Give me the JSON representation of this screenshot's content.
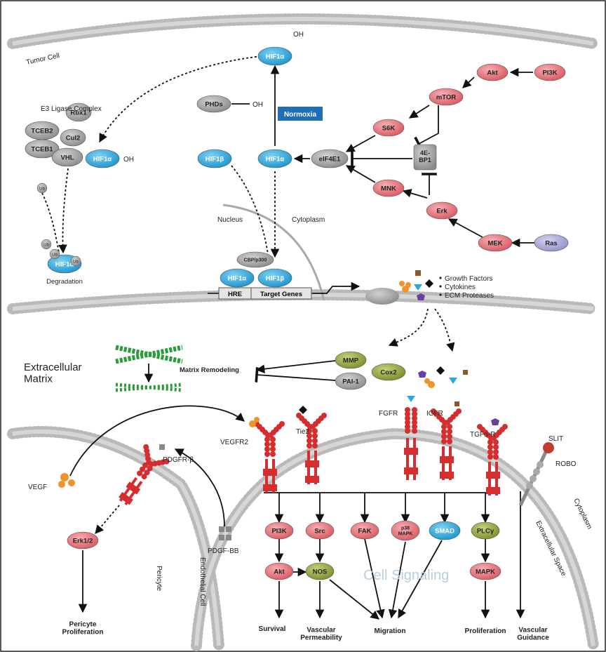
{
  "colors": {
    "blue": "#29a8df",
    "red": "#e8727a",
    "gray": "#9c9c9c",
    "olive": "#8a9a3c",
    "purple": "#a7a6d8",
    "green": "#2e9b3a",
    "orange": "#f2922a",
    "normoxia_box": "#1f6fb4",
    "membrane": "#b9b9b9"
  },
  "regions": {
    "tumor_cell": "Tumor Cell",
    "nucleus": "Nucleus",
    "cytoplasm_inner": "Cytoplasm",
    "extracellular_matrix": "Extracellular\nMatrix",
    "pericyte": "Pericyte",
    "endothelial_cell": "Endothelial Cell",
    "extracellular_space": "Extracellular Space",
    "cytoplasm_outer": "Cytoplasm"
  },
  "nodes": {
    "hif1a_top": "HIF1α",
    "oh_top": "OH",
    "phds": "PHDs",
    "oh_phds": "OH",
    "normoxia": "Normoxia",
    "hif1b": "HIF1β",
    "hif1a_mid": "HIF1α",
    "eif4e1": "eIF4E1",
    "akt_top": "Akt",
    "pi3k_top": "PI3K",
    "mtor": "mTOR",
    "s6k": "S6K",
    "fourebp1": "4E-\nBP1",
    "mnk": "MNK",
    "erk": "Erk",
    "mek": "MEK",
    "ras": "Ras",
    "e3_title": "E3 Ligase Complex",
    "tceb2": "TCEB2",
    "rbx1": "Rbx1",
    "cul2": "Cul2",
    "tceb1": "TCEB1",
    "vhl": "VHL",
    "hif1a_e3": "HIF1α",
    "oh_e3": "OH",
    "ub": "Ub",
    "hif1a_deg": "HIF1α",
    "degradation": "Degradation",
    "cbp": "CBP/p300",
    "hif1a_nuc": "HIF1α",
    "hif1b_nuc": "HIF1β",
    "hre": "HRE",
    "target_genes": "Target Genes",
    "growth_factors": "Growth Factors",
    "cytokines": "Cytokines",
    "ecm_proteases": "ECM Proteases",
    "mmp": "MMP",
    "cox2": "Cox2",
    "pai1": "PAI-1",
    "matrix_remodeling": "Matrix Remodeling",
    "vegfr2": "VEGFR2",
    "tie2": "Tie2",
    "fgfr": "FGFR",
    "igfr": "IGFR",
    "tgfar": "TGFα-R",
    "slit": "SLIT",
    "robo": "ROBO",
    "vegf": "VEGF",
    "pdgfrb": "PDGFR-β",
    "pdgfbb": "PDGF-BB",
    "erk12": "Erk1/2",
    "pericyte_proliferation": "Pericyte\nProliferation",
    "pi3k_bot": "PI3K",
    "src": "Src",
    "fak": "FAK",
    "p38": "p38\nMAPK",
    "smad": "SMAD",
    "plcg": "PLCγ",
    "akt_bot": "Akt",
    "nos": "NOS",
    "mapk": "MAPK",
    "survival": "Survival",
    "vascular_permeability": "Vascular\nPermeability",
    "migration": "Migration",
    "proliferation": "Proliferation",
    "vascular_guidance": "Vascular\nGuidance",
    "watermark": "Cell Signaling"
  }
}
